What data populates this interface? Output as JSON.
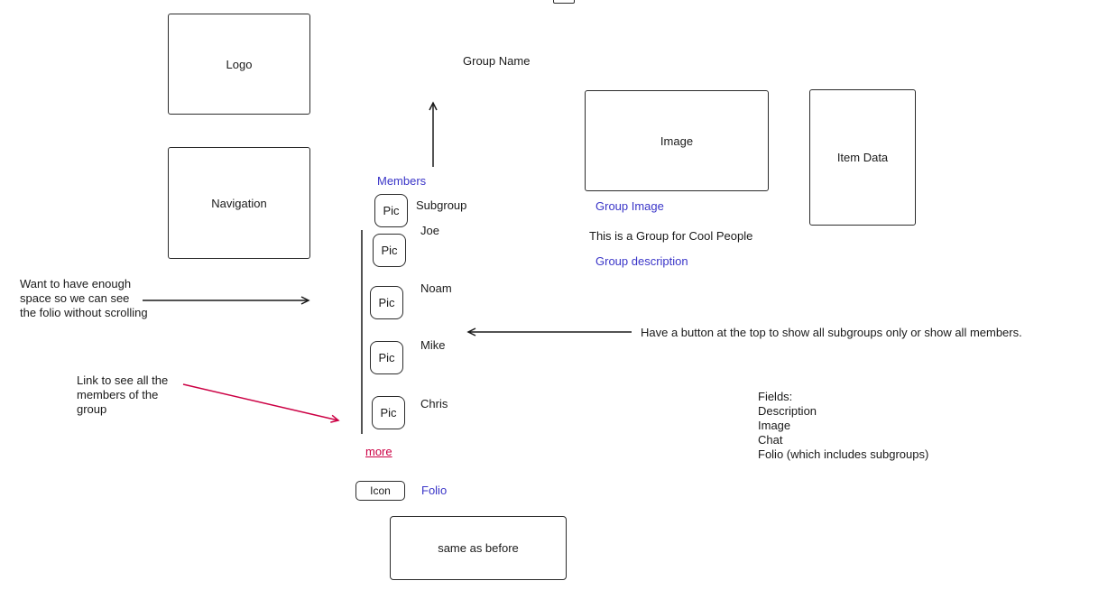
{
  "page": {
    "background": "#ffffff"
  },
  "colors": {
    "link_blue": "#3a35c8",
    "accent_red": "#cc0044",
    "ink": "#1a1a1a"
  },
  "sidebar": {
    "logo_label": "Logo",
    "navigation_label": "Navigation"
  },
  "header": {
    "group_name": "Group Name"
  },
  "members": {
    "section_link": "Members",
    "items": [
      {
        "pic": "Pic",
        "name": "Subgroup"
      },
      {
        "pic": "Pic",
        "name": "Joe"
      },
      {
        "pic": "Pic",
        "name": "Noam"
      },
      {
        "pic": "Pic",
        "name": "Mike"
      },
      {
        "pic": "Pic",
        "name": "Chris"
      }
    ],
    "more_link": "more"
  },
  "folio": {
    "icon_label": "Icon",
    "folio_link": "Folio",
    "placeholder_label": "same as before"
  },
  "group": {
    "image_label": "Image",
    "image_link": "Group Image",
    "description": "This is a Group for Cool People",
    "description_link": "Group description"
  },
  "item_data": {
    "label": "Item Data"
  },
  "annotations": {
    "scroll_note": "Want to have enough\nspace so we can see\nthe folio without scrolling",
    "members_link_note": "Link to see all the\nmembers of the\ngroup",
    "subgroups_button_note": "Have a button at the top to show all subgroups only or show all members.",
    "fields_note": "Fields:\nDescription\nImage\nChat\nFolio (which includes subgroups)"
  }
}
